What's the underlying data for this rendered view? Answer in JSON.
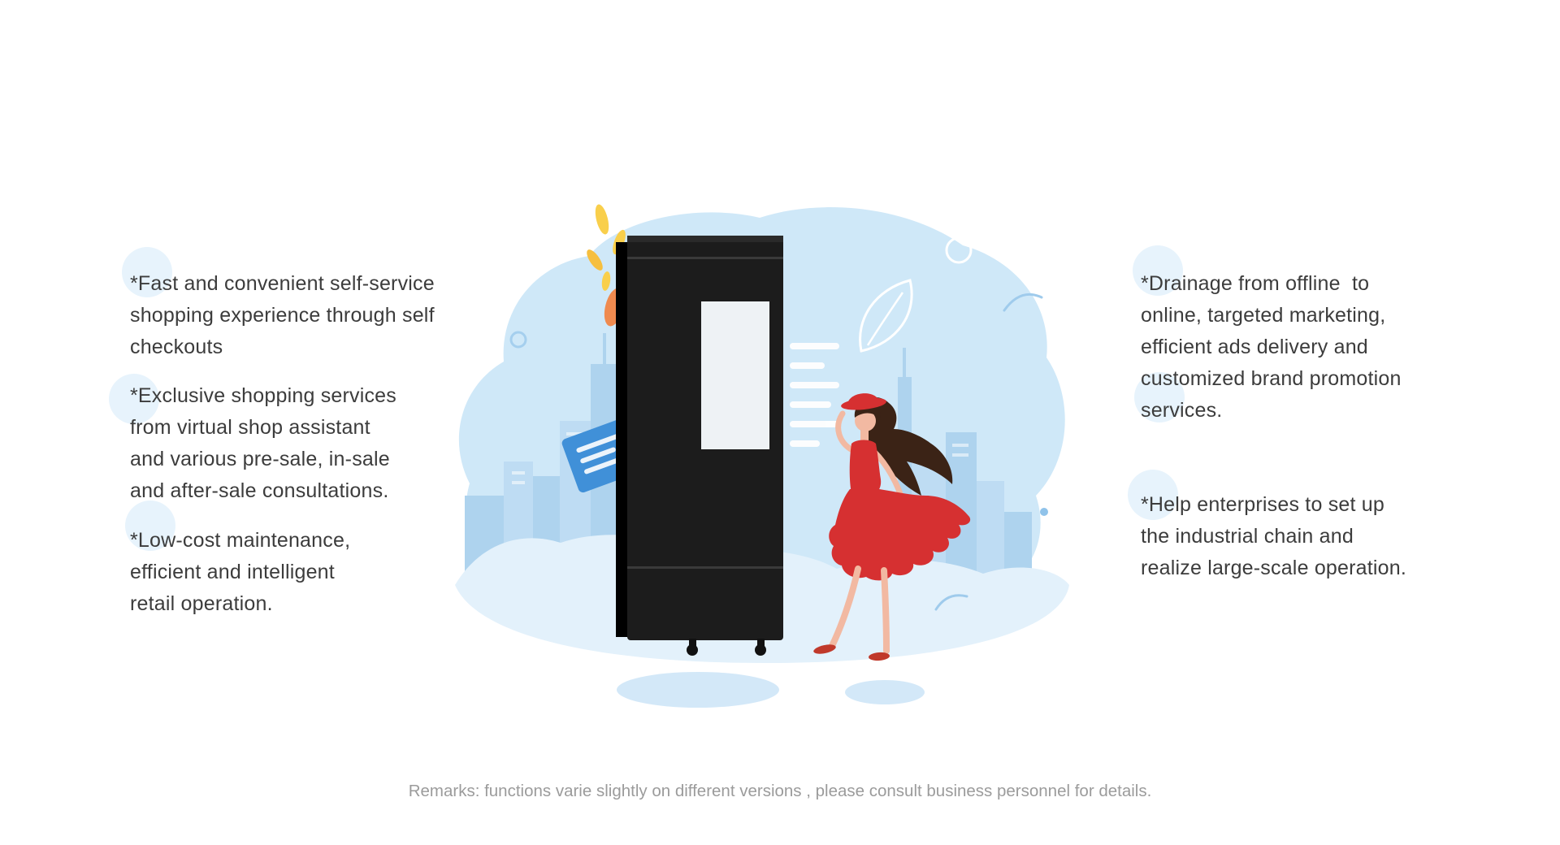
{
  "slide": {
    "left_column": {
      "blocks": [
        {
          "text": "*Fast and convenient self-service\nshopping experience through self\ncheckouts"
        },
        {
          "text": "*Exclusive shopping services\nfrom virtual shop assistant\nand various pre-sale, in-sale\nand after-sale consultations."
        },
        {
          "text": "*Low-cost maintenance,\nefficient and intelligent\nretail operation."
        }
      ]
    },
    "right_column": {
      "blocks": [
        {
          "text": "*Drainage from offline  to\nonline, targeted marketing,\nefficient ads delivery and\ncustomized brand promotion\nservices."
        },
        {
          "text": "*Help enterprises to set up\nthe industrial chain and\nrealize large-scale operation."
        }
      ]
    },
    "footer": {
      "remark": "Remarks: functions varie slightly on different versions , please consult business personnel for details."
    }
  },
  "illustration": {
    "elements": [
      "background-blob",
      "city-skyline",
      "ground",
      "vending-kiosk",
      "kiosk-screen",
      "woman-in-red",
      "blue-card",
      "leaves",
      "text-bars",
      "white-leaf-outline",
      "cloud-circle-outline",
      "kiosk-shadow",
      "woman-shadow"
    ]
  },
  "palette": {
    "text": "#3c3c3c",
    "muted_text": "#9b9b9b",
    "blob_blue": "#cfe8f8",
    "ground_blue": "#e3f1fb",
    "skyline_blue": "#aed3ee",
    "skyline_blue_light": "#bedcf3",
    "accent_circle": "#e7f3fc",
    "kiosk_black": "#1c1c1c",
    "kiosk_screen": "#eef2f5",
    "dress_red": "#d63031",
    "shoe_red": "#c0392b",
    "hair_brown": "#3b2316",
    "skin": "#f2b9a2",
    "leaf_yellow": "#f9cf4b",
    "leaf_orange": "#ef8a4f",
    "card_blue": "#4090d8",
    "shadow_blue": "#d3e8f8"
  }
}
